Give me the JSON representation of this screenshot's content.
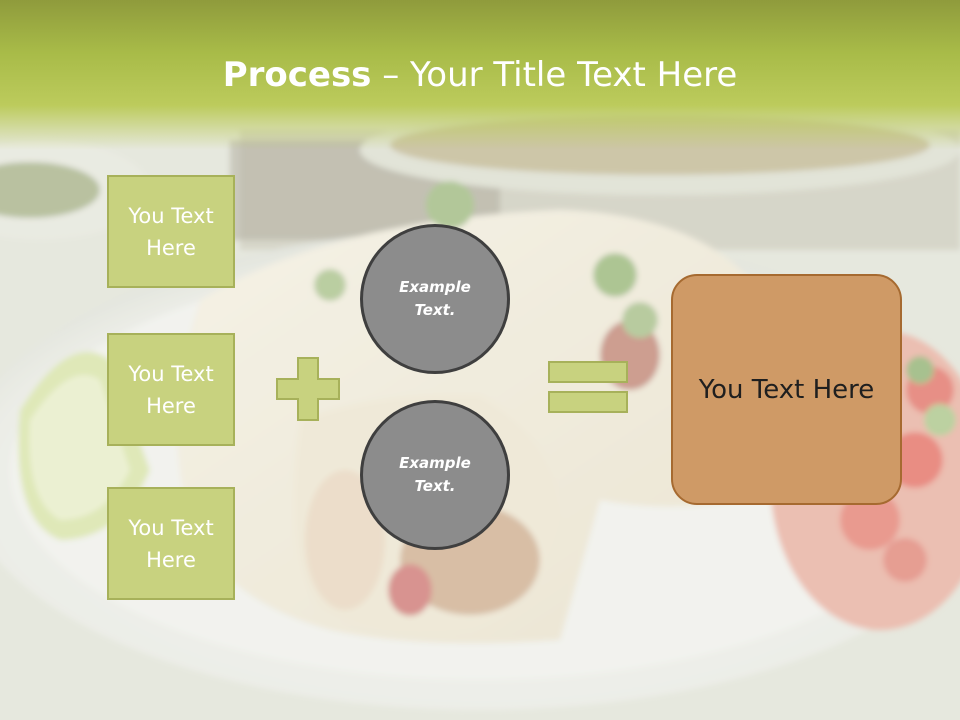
{
  "title": {
    "bold": "Process",
    "rest": " – Your Title Text Here"
  },
  "left_boxes": [
    {
      "label": "You Text Here"
    },
    {
      "label": "You Text Here"
    },
    {
      "label": "You Text Here"
    }
  ],
  "circles": [
    {
      "label": "Example Text."
    },
    {
      "label": "Example Text."
    }
  ],
  "result_box": {
    "label": "You Text Here"
  },
  "colors": {
    "title_band": "#a8bb48",
    "box_fill": "#c8d27f",
    "box_border": "#a7b15a",
    "circle_fill": "#8c8c8c",
    "circle_border": "#3f3f3f",
    "result_fill": "#cf9a66",
    "result_border": "#a66a30"
  },
  "icons": [
    "plus-icon",
    "equals-icon"
  ]
}
